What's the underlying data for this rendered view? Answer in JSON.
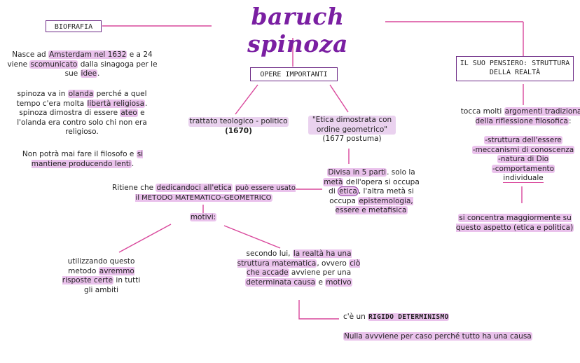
{
  "title": "baruch spinoza",
  "boxes": {
    "biografia": "BIOFRAFIA",
    "opere": "OPERE IMPORTANTI",
    "pensiero_line1": "IL SUO PENSIERO: STRUTTURA",
    "pensiero_line2": "DELLA REALTÀ"
  },
  "biografia": {
    "p1": {
      "a": "Nasce ad ",
      "b": "Amsterdam nel 1632",
      "c": " e a 24 viene ",
      "d": "scomunicato",
      "e": " dalla sinagoga per le sue ",
      "f": "idee",
      "g": "."
    },
    "p2": {
      "a": "spinoza va in ",
      "b": "olanda",
      "c": " perché a quel tempo c'era molta ",
      "d": "libertà religiosa",
      "e": ". spinoza dimostra di essere ",
      "f": "ateo",
      "g": " e l'olanda era contro solo chi non era religioso."
    },
    "p3": {
      "a": "Non potrà mai fare il filosofo e ",
      "b": "si mantiene producendo lenti",
      "c": "."
    }
  },
  "opere": {
    "trattato": {
      "title": "trattato teologico - politico",
      "year": "(1670)"
    },
    "etica": {
      "title": "\"Etica dimostrata con ordine geometrico\"",
      "year": "(1677 postuma)"
    },
    "divisa": {
      "a": "Divisa in 5 parti",
      "b": ". solo la ",
      "c": "metà",
      "d": " dell'opera si occupa di ",
      "e": "etica",
      "f": ", l'altra metà si occupa ",
      "g": "epistemologia, essere e metafisica"
    }
  },
  "metodo": {
    "a": "Ritiene che ",
    "b": "dedicandoci all'etica",
    "c": " ",
    "d": "può essere usato il METODO MATEMATICO-GEOMETRICO"
  },
  "motivi": {
    "label": "motivi:",
    "left": {
      "a": "utilizzando questo metodo ",
      "b": "avremmo risposte certe",
      "c": " in tutti gli ambiti"
    },
    "right": {
      "a": "secondo lui, ",
      "b": "la realtà ha una struttura matematica",
      "c": ", ovvero ",
      "d": "ciò che accade",
      "e": " avviene per una ",
      "f": "determinata causa",
      "g": " e ",
      "h": "motivo"
    },
    "determinismo": {
      "a": "c'è un ",
      "b": "RIGIDO DETERMINISMO"
    },
    "caso": "Nulla avvviene per caso perché tutto ha una causa"
  },
  "pensiero": {
    "a": "tocca molti ",
    "b": "argomenti tradizionali della riflessione filosofica",
    "c": ":",
    "items": [
      "-struttura dell'essere",
      "-meccanismi di conoscenza",
      "-natura di Dio",
      "-comportamento",
      "individuale"
    ],
    "concentra": "si concentra maggiormente su questo aspetto (etica e politica)"
  }
}
